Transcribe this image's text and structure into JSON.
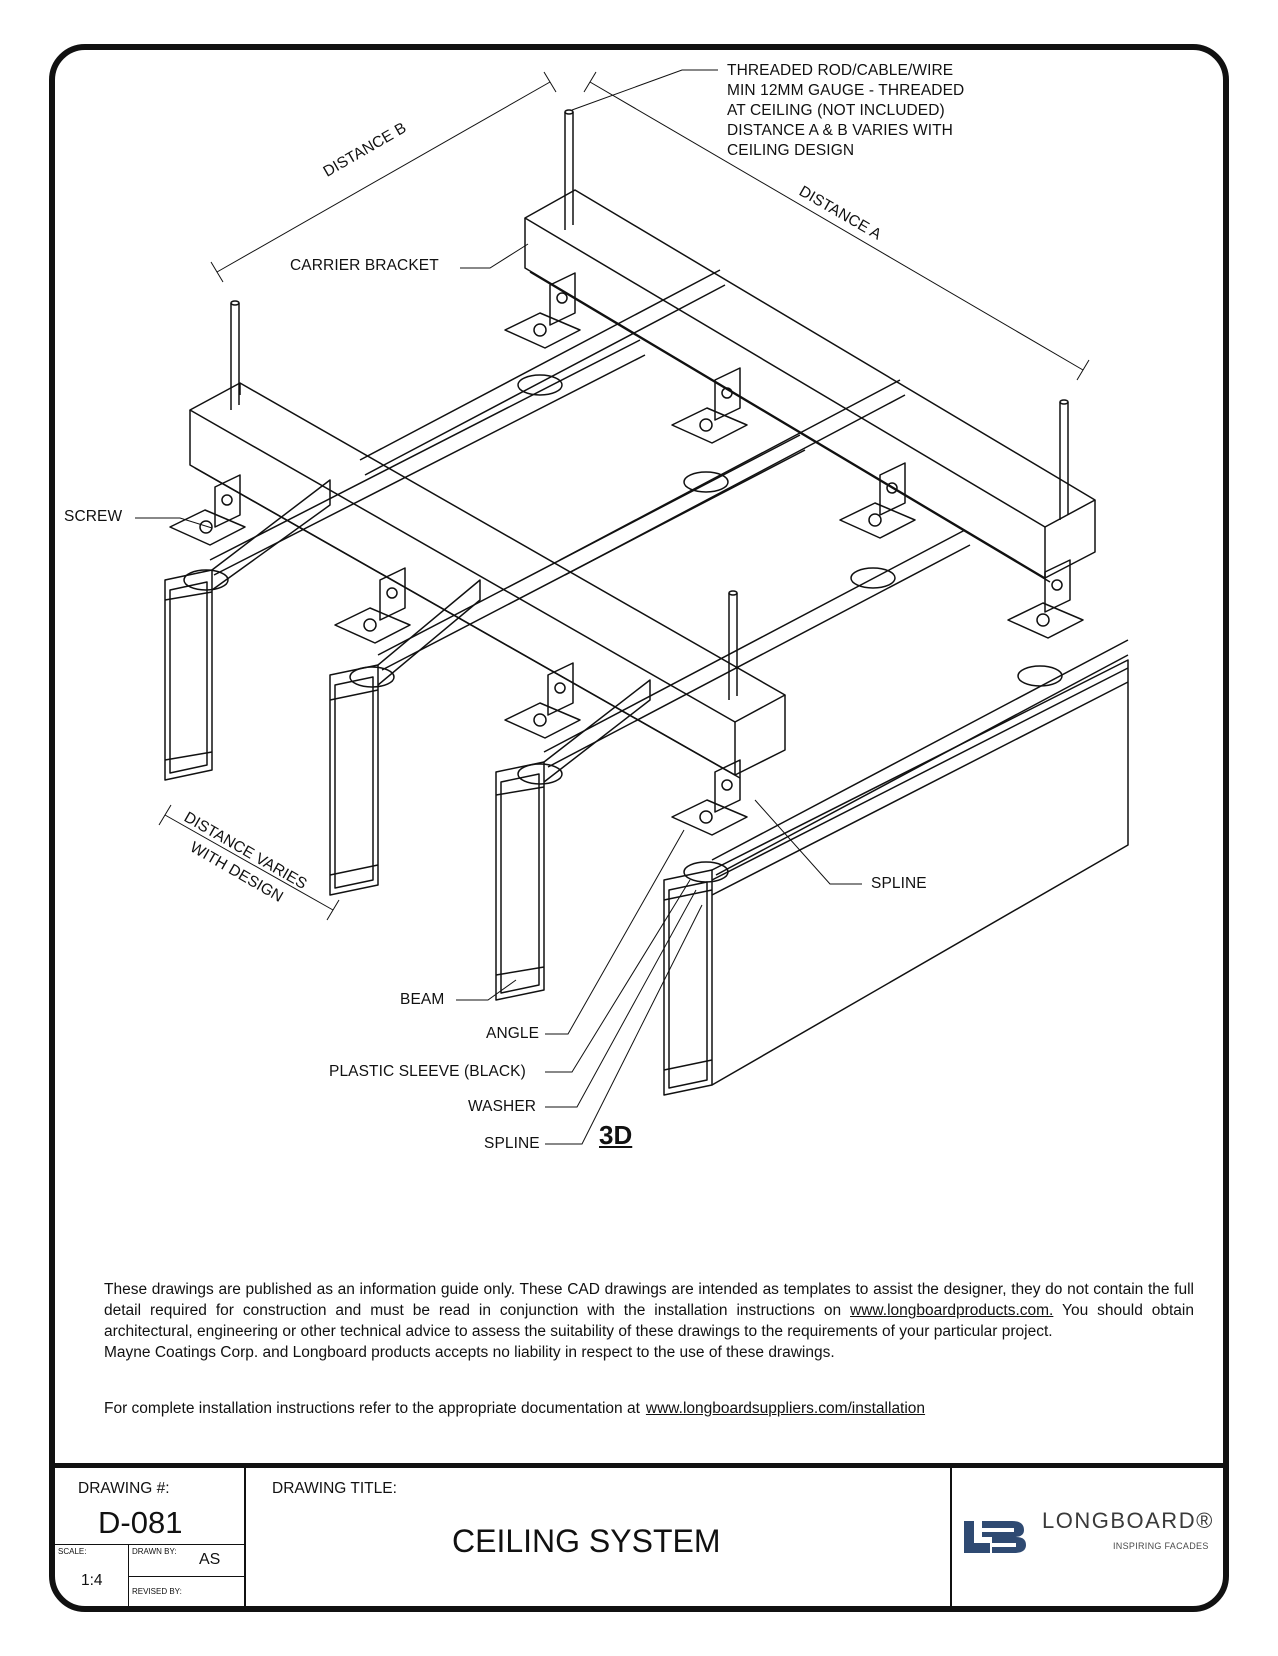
{
  "callouts": {
    "rod_note": [
      "THREADED ROD/CABLE/WIRE",
      "MIN 12MM GAUGE - THREADED",
      "AT CEILING (NOT INCLUDED)",
      "DISTANCE A & B VARIES WITH",
      "CEILING DESIGN"
    ],
    "distance_a": "DISTANCE A",
    "distance_b": "DISTANCE B",
    "carrier_bracket": "CARRIER BRACKET",
    "screw": "SCREW",
    "distance_varies_1": "DISTANCE VARIES",
    "distance_varies_2": "WITH DESIGN",
    "spline_right": "SPLINE",
    "beam": "BEAM",
    "angle": "ANGLE",
    "plastic_sleeve": "PLASTIC SLEEVE (BLACK)",
    "washer": "WASHER",
    "spline_bottom": "SPLINE",
    "view_tag": "3D"
  },
  "disclaimer": {
    "part1": "These drawings are published as an information guide only. These CAD drawings are intended as templates to assist the designer, they do not contain the full detail required for construction and must be read in conjunction with the installation instructions on ",
    "link1": "www.longboardproducts.com.",
    "part2": " You should obtain architectural, engineering or other technical advice to assess the suitability of these drawings to the  requirements of your particular project.",
    "liability": "Mayne Coatings Corp. and Longboard products accepts no liability in respect to the use of these drawings.",
    "install_text": "For complete installation instructions refer to the appropriate documentation at",
    "install_link": "www.longboardsuppliers.com/installation"
  },
  "title_block": {
    "drawing_no_label": "DRAWING #:",
    "drawing_no": "D-081",
    "title_label": "DRAWING TITLE:",
    "title": "CEILING SYSTEM",
    "scale_label": "SCALE:",
    "scale": "1:4",
    "drawn_by_label": "DRAWN BY:",
    "drawn_by": "AS",
    "revised_by_label": "REVISED BY:",
    "revised_by": ""
  },
  "logo": {
    "wordmark": "LONGBOARD®",
    "tagline": "INSPIRING FACADES",
    "color": "#2f4a72"
  }
}
